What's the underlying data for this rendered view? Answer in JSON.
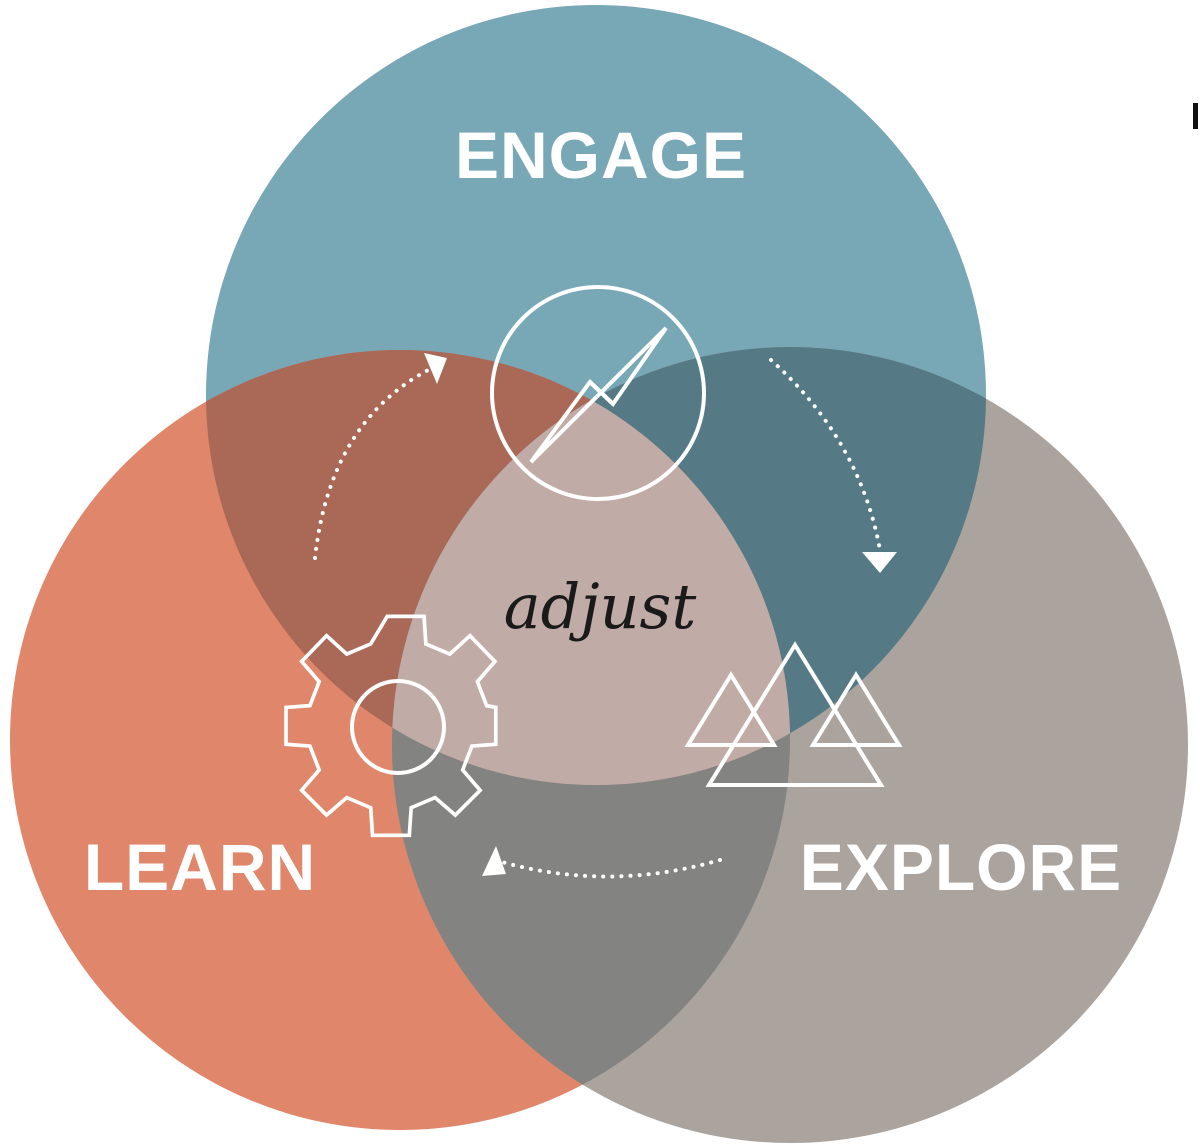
{
  "diagram": {
    "labels": {
      "engage": "ENGAGE",
      "learn": "LEARN",
      "explore": "EXPLORE",
      "center": "adjust"
    },
    "colors": {
      "engage_circle": "#78a7b6",
      "learn_circle": "#e0866b",
      "explore_circle": "#aba49e",
      "engage_learn_overlap": "#965d4f",
      "engage_explore_overlap": "#557a85",
      "learn_explore_overlap": "#7b7c7a",
      "center_overlap": "#bdbdbf",
      "label_text": "#ffffff",
      "center_text": "#1a1a1a",
      "icon_stroke": "#ffffff"
    },
    "icons": [
      "compass-icon",
      "gear-icon",
      "triangles-icon"
    ],
    "flow_arrows": [
      "learn-to-engage-arrow",
      "engage-to-explore-arrow",
      "explore-to-learn-arrow"
    ]
  }
}
